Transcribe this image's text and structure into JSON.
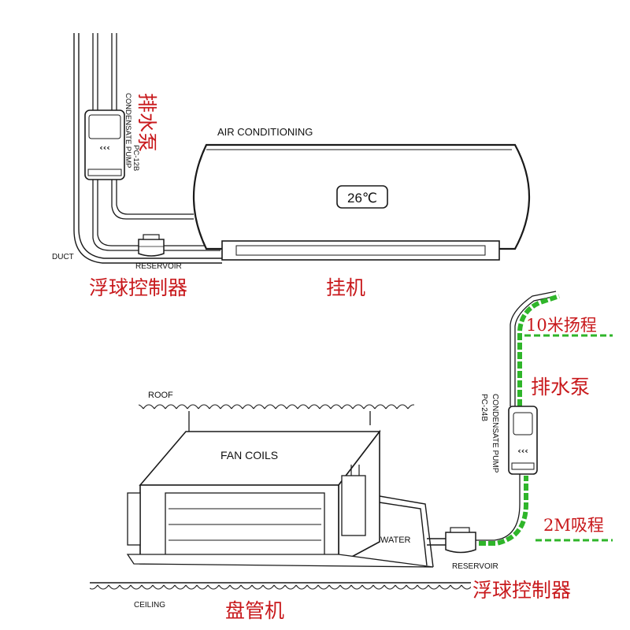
{
  "colors": {
    "line": "#1a1a1a",
    "red_label": "#c8191c",
    "green_pipe": "#2fb52a"
  },
  "top_diagram": {
    "air_conditioning": "AIR CONDITIONING",
    "temperature": "26℃",
    "duct": "DUCT",
    "reservoir": "RESERVOIR",
    "condensate_pump": "CONDENSATE PUMP",
    "pump_model": "PC-12B",
    "pump_cn": "排水泵",
    "float_controller_cn": "浮球控制器",
    "wall_unit_cn": "挂机"
  },
  "bottom_diagram": {
    "roof": "ROOF",
    "fan_coils": "FAN COILS",
    "water": "WATER",
    "reservoir": "RESERVOIR",
    "ceiling": "CEILING",
    "condensate_pump": "CONDENSATE PUMP",
    "pump_model": "PC-24B",
    "pump_cn": "排水泵",
    "lift_cn": "10米扬程",
    "suction_cn": "2M吸程",
    "float_controller_cn": "浮球控制器",
    "fan_coil_unit_cn": "盘管机"
  }
}
